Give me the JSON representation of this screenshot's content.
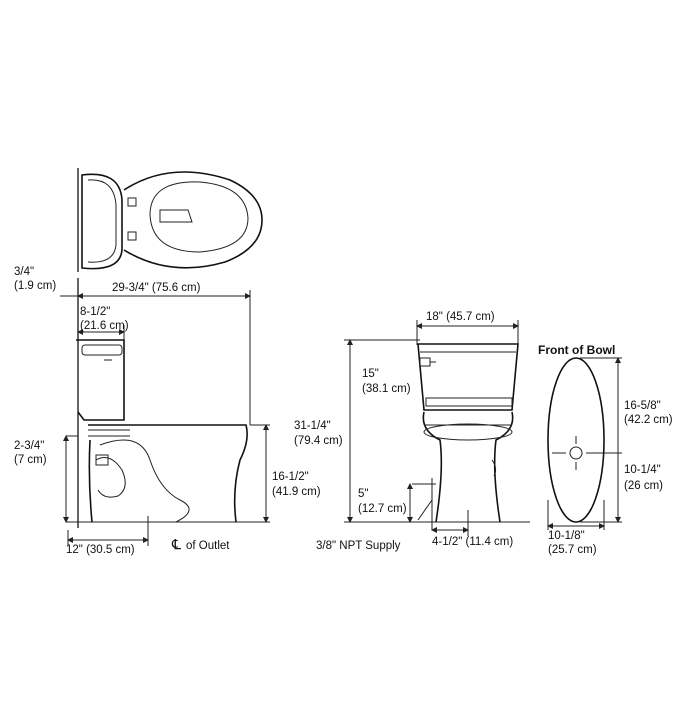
{
  "labels": {
    "wall_offset_in": "3/4\"",
    "wall_offset_cm": "(1.9 cm)",
    "overall_depth": "29-3/4\" (75.6 cm)",
    "tank_depth_in": "8-1/2\"",
    "tank_depth_cm": "(21.6 cm)",
    "supply_height_in": "2-3/4\"",
    "supply_height_cm": "(7 cm)",
    "rough_in": "12\" (30.5 cm)",
    "outlet_center": "of Outlet",
    "centerline_symbol": "℄",
    "overall_height_in": "31-1/4\"",
    "overall_height_cm": "(79.4 cm)",
    "seat_height_in": "16-1/2\"",
    "seat_height_cm": "(41.9 cm)",
    "tank_width": "18\" (45.7 cm)",
    "tank_lever_height_in": "15\"",
    "tank_lever_height_cm": "(38.1 cm)",
    "supply_floor_in": "5\"",
    "supply_floor_cm": "(12.7 cm)",
    "npt_supply": "3/8\" NPT Supply",
    "supply_offset": "4-1/2\" (11.4 cm)",
    "front_of_bowl": "Front of Bowl",
    "bowl_length_in": "16-5/8\"",
    "bowl_length_cm": "(42.2 cm)",
    "bowl_outlet_in": "10-1/4\"",
    "bowl_outlet_cm": "(26 cm)",
    "bowl_width_in": "10-1/8\"",
    "bowl_width_cm": "(25.7 cm)"
  }
}
